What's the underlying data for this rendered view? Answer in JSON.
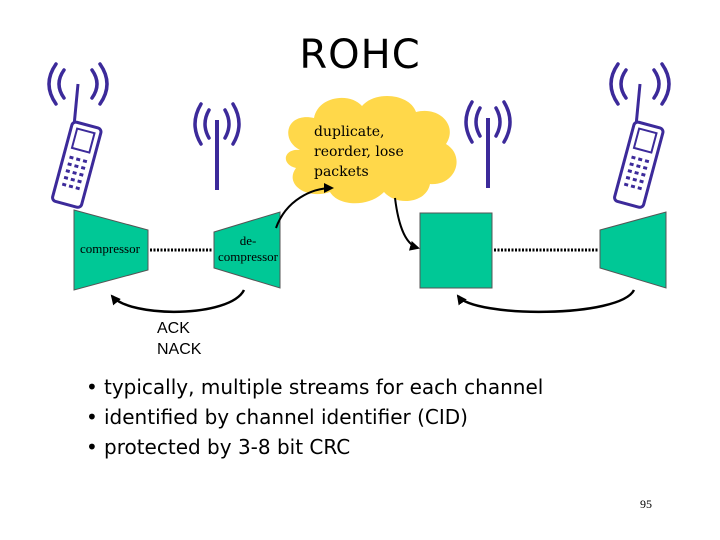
{
  "title": "ROHC",
  "cloud": {
    "lines": [
      "duplicate,",
      "reorder, lose",
      "packets"
    ]
  },
  "compressor_label": "compressor",
  "decompressor_label": {
    "line1": "de-",
    "line2": "compressor"
  },
  "feedback": {
    "line1": "ACK",
    "line2": "NACK"
  },
  "bullets": [
    "typically, multiple streams for each channel",
    "identified by channel identifier (CID)",
    "protected by 3-8 bit CRC"
  ],
  "page_number": "95",
  "colors": {
    "box_fill": "#00c896",
    "cloud_fill": "#ffd84a",
    "antenna": "#3c2a9a"
  },
  "icons": [
    "mobile-phone-icon",
    "antenna-icon"
  ]
}
